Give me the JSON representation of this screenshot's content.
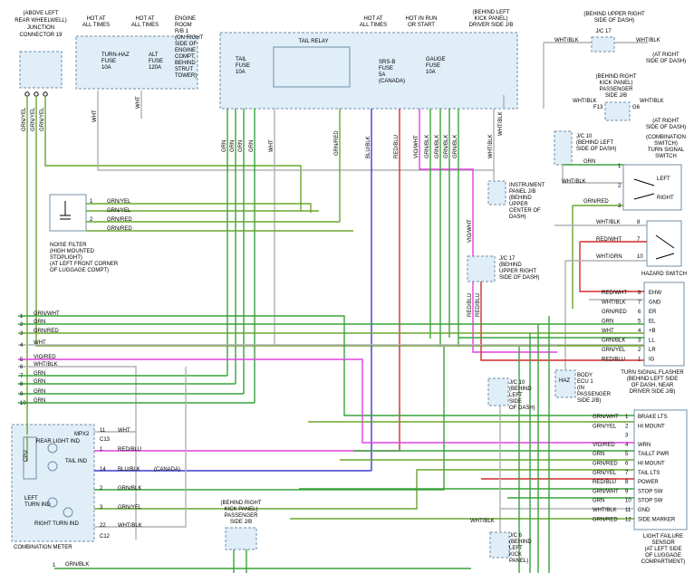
{
  "colors": {
    "green": "#39a339",
    "olive": "#6aa52e",
    "red": "#d22a2a",
    "blue": "#3b3bd0",
    "magenta": "#e040e0",
    "gray": "#b0b0b0",
    "box_fill": "#e0eef8"
  },
  "top_labels": {
    "junction_connector": [
      "(ABOVE LEFT",
      "REAR WHEELWELL)",
      "JUNCTION",
      "CONNECTOR 19"
    ],
    "hot_at_all_times_1": [
      "HOT AT",
      "ALL TIMES"
    ],
    "hot_at_all_times_2": [
      "HOT AT",
      "ALL TIMES"
    ],
    "engine_room_rb": [
      "ENGINE",
      "ROOM",
      "R/B 1",
      "(ON RIGHT",
      "SIDE OF",
      "ENGINE",
      "COMPT,",
      "BEHIND",
      "STRUT",
      "TOWER)"
    ],
    "hot_at_all_times_3": [
      "HOT AT",
      "ALL TIMES"
    ],
    "hot_in_run": [
      "HOT IN RUN",
      "OR START"
    ],
    "behind_left_kick": [
      "(BEHIND LEFT",
      "KICK PANEL)",
      "DRIVER SIDE J/B"
    ],
    "behind_upper_right": [
      "(BEHIND UPPER RIGHT",
      "SIDE OF DASH)"
    ]
  },
  "fuses": {
    "turn_haz": [
      "TURN-HAZ",
      "FUSE",
      "10A"
    ],
    "alt": [
      "ALT",
      "FUSE",
      "120A"
    ],
    "tail": [
      "TAIL",
      "FUSE",
      "10A"
    ],
    "tail_relay": "TAIL RELAY",
    "srs_b": [
      "SRS-B",
      "FUSE",
      "5A"
    ],
    "canada": "(CANADA)",
    "gauge": [
      "GAUGE",
      "FUSE",
      "10A"
    ]
  },
  "jc17_top": "J/C 17",
  "wht_blk": "WHT/BLK",
  "right_notes": {
    "at_right_side": [
      "(AT RIGHT",
      "SIDE OF DASH)"
    ],
    "behind_right_kick": [
      "(BEHIND RIGHT",
      "KICK PANEL)",
      "PASSENGER",
      "SIDE J/B"
    ],
    "f13": "F13",
    "g6": "G6",
    "jc10": [
      "J/C 10",
      "(BEHIND LEFT",
      "SIDE OF DASH)"
    ],
    "combo_switch": [
      "(COMBINATION",
      "SWITCH)",
      "TURN SIGNAL",
      "SWITCH"
    ],
    "instrument_jb": [
      "INSTRUMENT",
      "PANEL J/B",
      "(BEHIND",
      "UPPER",
      "CENTER OF",
      "DASH)"
    ],
    "jc17_mid": [
      "J/C 17",
      "(BEHIND",
      "UPPER RIGHT",
      "SIDE OF DASH)"
    ],
    "hazard_switch": "HAZARD SWITCH",
    "flasher": [
      "TURN SIGNAL FLASHER",
      "(BEHIND LEFT SIDE",
      "OF DASH, NEAR",
      "DRIVER SIDE J/B)"
    ],
    "body_ecu": [
      "BODY",
      "ECU 1",
      "(IN",
      "PASSENGER",
      "SIDE J/B)"
    ],
    "haz": "HAZ",
    "jc10_lower": [
      "J/C 10",
      "(BEHIND",
      "LEFT",
      "SIDE",
      "OF DASH)"
    ],
    "jc6": [
      "J/C 6",
      "(BEHIND",
      "LEFT",
      "KICK",
      "PANEL)"
    ],
    "light_failure": [
      "LIGHT FAILURE",
      "SENSOR",
      "(AT LEFT SIDE",
      "OF LUGGAGE",
      "COMPARTMENT)"
    ],
    "behind_right_kick_bottom": [
      "(BEHIND RIGHT",
      "KICK PANEL)",
      "PASSENGER",
      "SIDE J/B"
    ]
  },
  "vertical_labels": [
    "GRN/YEL",
    "GRN/YEL",
    "GRN/YEL",
    "WHT",
    "WHT",
    "GRN",
    "GRN",
    "GRN",
    "GRN",
    "WHT",
    "GRN/RED",
    "BLU/BLK",
    "RED/BLU",
    "VIO/WHT",
    "GRN/BLK",
    "GRN/BLK",
    "GRN/BLK",
    "GRN/BLK",
    "WHT/BLK",
    "WHT/BLK",
    "VIO/WHT",
    "RED/BLU",
    "RED/BLU"
  ],
  "turn_switch": {
    "pins": [
      "1",
      "2",
      "3"
    ],
    "left": "LEFT",
    "right": "RIGHT",
    "wires": [
      "GRN",
      "WHT/BLK",
      "GRN/RED"
    ]
  },
  "hazard_pins": {
    "wires": [
      "WHT/BLK",
      "RED/WHT",
      "WHT/GRN"
    ],
    "pins": [
      "8",
      "7",
      "10"
    ]
  },
  "flasher_pins": [
    {
      "wire": "RED/WHT",
      "pin": "8",
      "name": "EHW"
    },
    {
      "wire": "WHT/BLK",
      "pin": "7",
      "name": "GND"
    },
    {
      "wire": "GRN/RED",
      "pin": "6",
      "name": "ER"
    },
    {
      "wire": "GRN",
      "pin": "5",
      "name": "EL"
    },
    {
      "wire": "WHT",
      "pin": "4",
      "name": "+B"
    },
    {
      "wire": "GRN/BLK",
      "pin": "3",
      "name": "LL"
    },
    {
      "wire": "GRN/YEL",
      "pin": "2",
      "name": "LR"
    },
    {
      "wire": "RED/BLU",
      "pin": "1",
      "name": "IG"
    }
  ],
  "noise_filter": {
    "label": [
      "NOISE FILTER",
      "(HIGH MOUNTED",
      "STOPLIGHT)",
      "(AT LEFT FRONT CORNER",
      "OF LUGGAGE COMPT)"
    ],
    "pins": [
      "1",
      "2"
    ],
    "wires": [
      "GRN/YEL",
      "GRN/YEL",
      "GRN/RED",
      "GRN/RED"
    ]
  },
  "left_wires": [
    {
      "pin": "1",
      "wire": "GRN/WHT"
    },
    {
      "pin": "2",
      "wire": "GRN"
    },
    {
      "pin": "3",
      "wire": "GRN/RED"
    },
    {
      "pin": "4",
      "wire": "WHT"
    },
    {
      "pin": "5",
      "wire": "VIO/RED"
    },
    {
      "pin": "6",
      "wire": "WHT/BLK"
    },
    {
      "pin": "7",
      "wire": "GRN"
    },
    {
      "pin": "8",
      "wire": "GRN"
    },
    {
      "pin": "9",
      "wire": "GRN"
    },
    {
      "pin": "10",
      "wire": "GRN"
    }
  ],
  "meter": {
    "mpx2": "MPX2",
    "rear_light": "REAR LIGHT IND",
    "tail_ind": "TAIL IND",
    "cpu": "CPU",
    "left_turn": [
      "LEFT",
      "TURN IND"
    ],
    "right_turn": "RIGHT TURN IND",
    "label": "COMBINATION METER",
    "pins": [
      {
        "pin": "11",
        "wire": "WHT"
      },
      {
        "pin": "C13",
        "wire": ""
      },
      {
        "pin": "1",
        "wire": "RED/BLU"
      },
      {
        "pin": "14",
        "wire": "BLU/BLK"
      },
      {
        "pin": "2",
        "wire": "GRN/BLK"
      },
      {
        "pin": "3",
        "wire": "GRN/YEL"
      },
      {
        "pin": "22",
        "wire": "WHT/BLK"
      }
    ],
    "c12": "C12",
    "canada": "(CANADA)"
  },
  "sensor_pins": [
    {
      "wire": "GRN/WHT",
      "pin": "1",
      "name": "BRAKE LTS"
    },
    {
      "wire": "GRN/YEL",
      "pin": "2",
      "name": "HI MOUNT"
    },
    {
      "wire": "",
      "pin": "3",
      "name": ""
    },
    {
      "wire": "VIO/RED",
      "pin": "4",
      "name": "WRN"
    },
    {
      "wire": "GRN",
      "pin": "5",
      "name": "TAILLT PWR"
    },
    {
      "wire": "GRN/RED",
      "pin": "6",
      "name": "HI MOUNT"
    },
    {
      "wire": "GRN/YEL",
      "pin": "7",
      "name": "TAIL LTS"
    },
    {
      "wire": "RED/BLU",
      "pin": "8",
      "name": "POWER"
    },
    {
      "wire": "GRN/WHT",
      "pin": "9",
      "name": "STOP SW"
    },
    {
      "wire": "GRN",
      "pin": "10",
      "name": "STOP SW"
    },
    {
      "wire": "WHT/BLK",
      "pin": "11",
      "name": "GND"
    },
    {
      "wire": "GRN/RED",
      "pin": "12",
      "name": "SIDE MARKER"
    }
  ],
  "bottom": {
    "pin": "1",
    "wire": "GRN/BLK"
  }
}
